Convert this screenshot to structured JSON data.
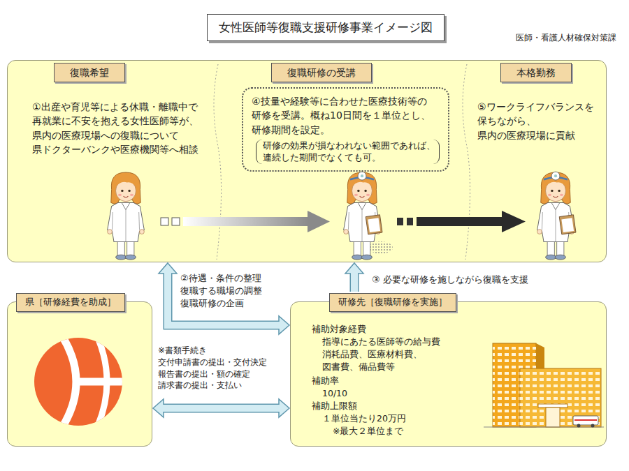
{
  "diagram": {
    "title": "女性医師等復職支援研修事業イメージ図",
    "nodes": [
      {
        "text": [
          "①出産や育児等による休職・離職中で 再就業に不安を抱える女性医師等が、 県内の医療現場への復職について 県ドクターバンクや医療機関等へ相談",
          "⑤ワークライフバランスを 保ちながら、 県内の医療現場に貢献"
        ]
      },
      {
        "text": [
          "復職希望"
        ],
        "in": 0
      },
      {
        "text": [
          "復職研修の受講"
        ],
        "in": 0
      },
      {
        "text": [
          "本格勤務"
        ],
        "in": 0
      },
      {
        "text": [
          "④技量や経験等に合わせた医療技術等の 研修を受講。概ね10日間を１単位とし、 研修期間を設定。",
          "研修の効果が損なわれない範囲であれば、 連続した期間でなくても可。"
        ],
        "in": 0
      },
      {
        "text": [
          "県［研修経費を助成］"
        ]
      },
      {
        "text": [
          "研修先［復職研修を実施］",
          "補助対象経費",
          "指導にあたる医師等の給与費",
          "消耗品費、医療材料費、 図書費、備品費等",
          "補助率",
          "10/10",
          "補助上限額",
          "１単位当たり20万円",
          "※最大２単位まで"
        ]
      }
    ],
    "edges": [
      {
        "from": 6,
        "to": 0,
        "arrow": "both",
        "label": "②待遇・条件の整理 復職する職場の調整 復職研修の企画"
      },
      {
        "from": 6,
        "to": 0,
        "arrow": "to",
        "label": "③ 必要な研修を施しながら復職を支援"
      },
      {
        "from": 5,
        "to": 6,
        "arrow": "both",
        "label": "※書類手続き 交付申請書の提出・交付決定 報告書の提出・額の確定 請求書の提出・支払い"
      }
    ],
    "labels": [
      "医師・看護人材確保対策課"
    ]
  }
}
